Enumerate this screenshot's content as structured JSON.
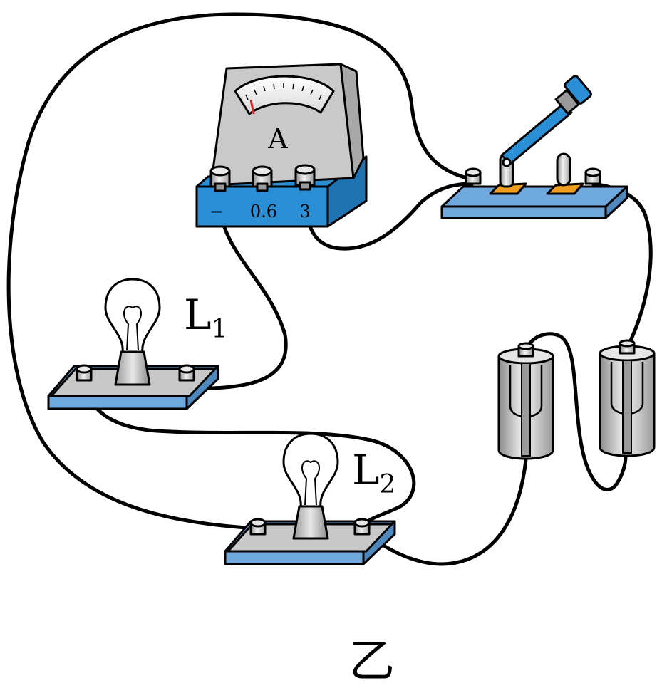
{
  "ammeter": {
    "symbol": "A",
    "terminal_minus": "−",
    "terminal_low": "0.6",
    "terminal_high": "3"
  },
  "lamp1": {
    "letter": "L",
    "subscript": "1"
  },
  "lamp2": {
    "letter": "L",
    "subscript": "2"
  },
  "figure_caption": "乙",
  "colors": {
    "base_blue": "#6fa8dc",
    "ammeter_blue": "#2b8fd6",
    "switch_blade": "#2b8fd6",
    "contact_orange": "#f0a020",
    "needle": "#e02020",
    "metal_gray": "#c8c8c8",
    "wire": "#000000"
  }
}
